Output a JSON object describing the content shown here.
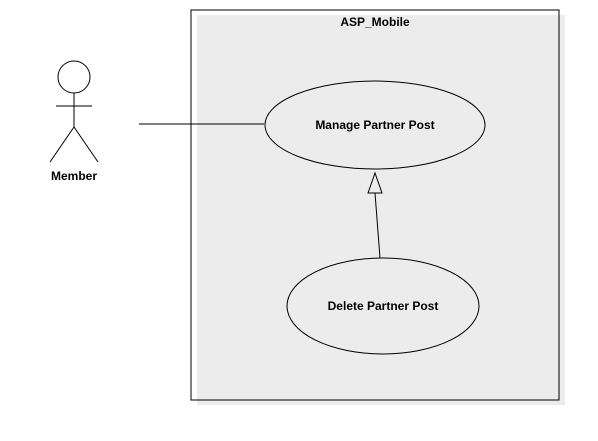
{
  "diagram": {
    "type": "uml-use-case",
    "system": {
      "name": "ASP_Mobile"
    },
    "actors": [
      {
        "id": "member",
        "label": "Member"
      }
    ],
    "use_cases": [
      {
        "id": "manage",
        "label": "Manage Partner Post"
      },
      {
        "id": "delete",
        "label": "Delete Partner Post"
      }
    ],
    "relationships": [
      {
        "type": "association",
        "from": "member",
        "to": "manage"
      },
      {
        "type": "generalization",
        "from": "delete",
        "to": "manage"
      }
    ],
    "colors": {
      "stroke": "#000000",
      "background": "#ffffff",
      "shadow": "#e8e8e8"
    }
  }
}
